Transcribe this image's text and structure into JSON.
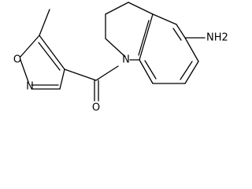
{
  "molecule": {
    "atoms": {
      "ring_oxygen": "O",
      "ring_nitrogen": "N",
      "amide_nitrogen": "N",
      "carbonyl_oxygen": "O",
      "amine": "NH2"
    },
    "colors": {
      "bond": "#000000",
      "label": "#000000",
      "background": "#ffffff"
    }
  }
}
